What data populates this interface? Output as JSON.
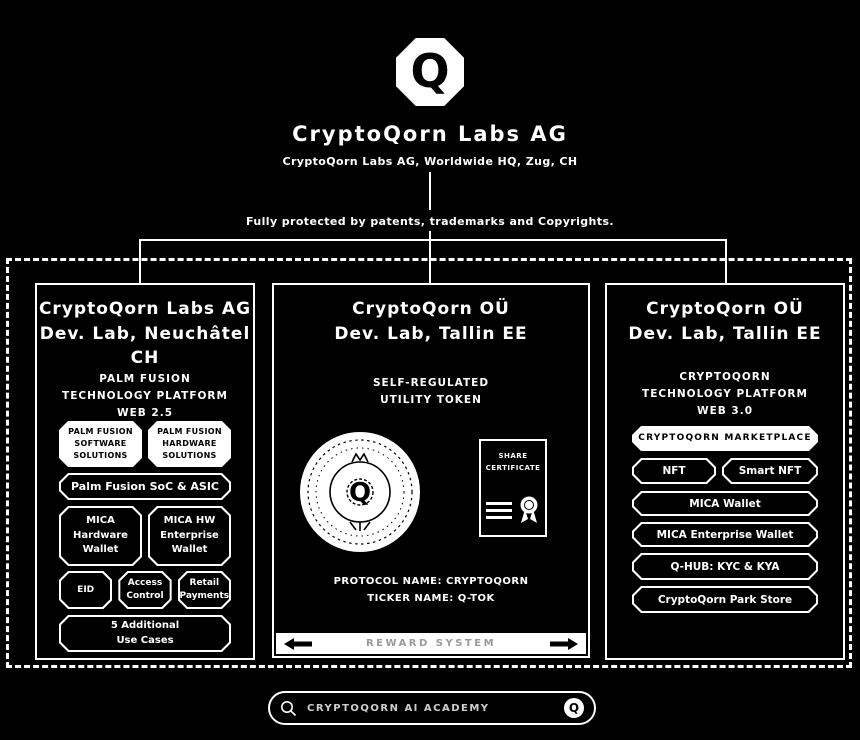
{
  "colors": {
    "background": "#000000",
    "foreground": "#ffffff"
  },
  "header": {
    "logo_letter": "Q",
    "title": "CryptoQorn Labs AG",
    "subtitle": "CryptoQorn Labs AG, Worldwide HQ, Zug, CH",
    "protection_note": "Fully protected by patents, trademarks and Copyrights."
  },
  "left_column": {
    "title": "CryptoQorn Labs AG\nDev. Lab, Neuchâtel CH",
    "platform": "PALM FUSION\nTECHNOLOGY PLATFORM\nWEB 2.5",
    "software_solutions": "PALM FUSION\nSOFTWARE\nSOLUTIONS",
    "hardware_solutions": "PALM FUSION\nHARDWARE\nSOLUTIONS",
    "soc_asic": "Palm Fusion SoC & ASIC",
    "mica_hardware_wallet": "MICA\nHardware\nWallet",
    "mica_hw_enterprise_wallet": "MICA HW\nEnterprise\nWallet",
    "eid": "EID",
    "access_control": "Access\nControl",
    "retail_payments": "Retail\nPayments",
    "additional_use_cases": "5 Additional\nUse Cases"
  },
  "middle_column": {
    "title": "CryptoQorn OÜ\nDev. Lab, Tallin EE",
    "platform": "SELF-REGULATED\nUTILITY TOKEN",
    "coin_letter": "Q",
    "certificate_label": "SHARE\nCERTIFICATE",
    "protocol_info": "PROTOCOL NAME: CRYPTOQORN\nTICKER NAME: Q-TOK",
    "reward_system": "REWARD SYSTEM"
  },
  "right_column": {
    "title": "CryptoQorn OÜ\nDev. Lab, Tallin EE",
    "platform": "CRYPTOQORN\nTECHNOLOGY PLATFORM\nWEB 3.0",
    "marketplace": "CRYPTOQORN MARKETPLACE",
    "nft": "NFT",
    "smart_nft": "Smart NFT",
    "mica_wallet": "MICA Wallet",
    "mica_enterprise_wallet": "MICA Enterprise Wallet",
    "q_hub": "Q-HUB: KYC & KYA",
    "park_store": "CryptoQorn Park Store"
  },
  "footer": {
    "search_text": "CRYPTOQORN AI ACADEMY",
    "coin_letter": "Q"
  }
}
